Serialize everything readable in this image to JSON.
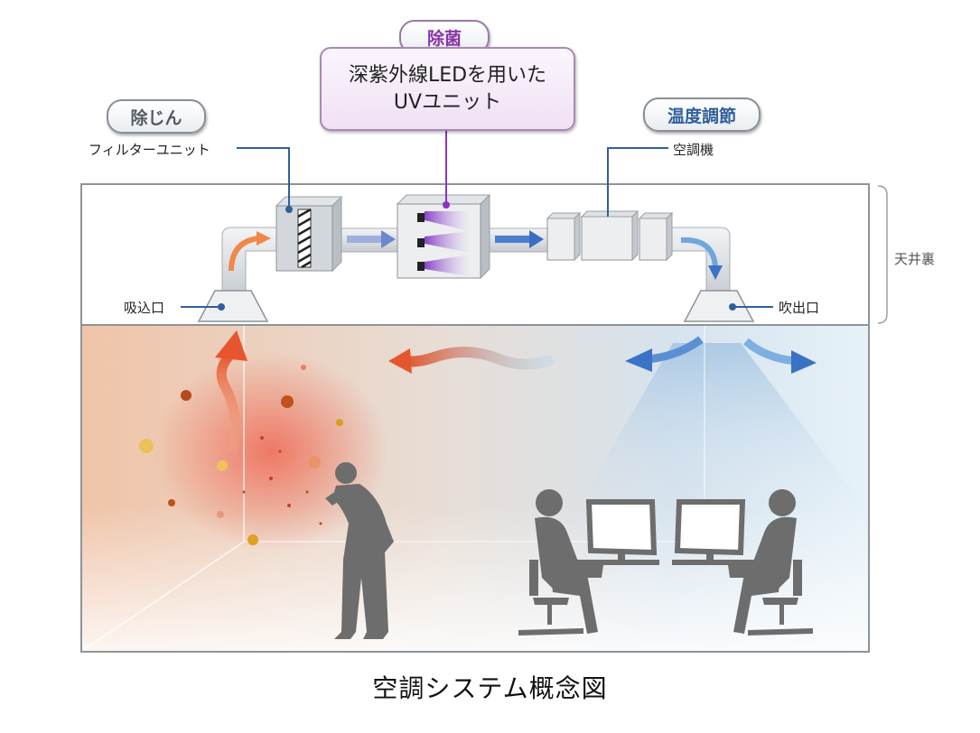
{
  "labels": {
    "dust": {
      "pill": "除じん",
      "sub": "フィルターユニット"
    },
    "sterilize": {
      "pill": "除菌",
      "box_line1": "深紫外線LEDを用いた",
      "box_line2": "UVユニット"
    },
    "temperature": {
      "pill": "温度調節",
      "sub": "空調機"
    },
    "ceiling": "天井裏",
    "intake": "吸込口",
    "outlet": "吹出口"
  },
  "caption": "空調システム概念図",
  "colors": {
    "dirty_air": "#e8623a",
    "clean_air": "#3a72c6",
    "uv_light": "#8a35c8",
    "leader_line": "#2f5f9d"
  }
}
